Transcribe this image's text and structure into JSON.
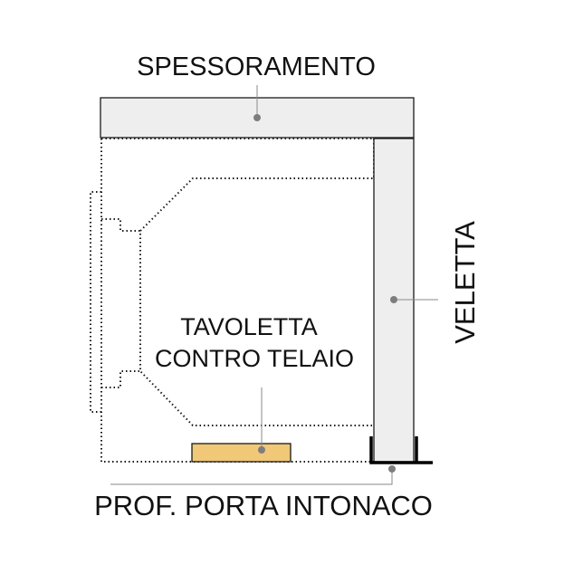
{
  "labels": {
    "spessoramento": "SPESSORAMENTO",
    "veletta": "VELETTA",
    "tavoletta_line1": "TAVOLETTA",
    "tavoletta_line2": "CONTRO TELAIO",
    "prof_porta_intonaco": "PROF. PORTA INTONACO"
  },
  "colors": {
    "panel_fill": "#eeeeee",
    "panel_stroke": "#1a1a1a",
    "tavoletta_fill": "#f0c878",
    "leader": "#8a8a8a",
    "dot": "#7d7d7d",
    "profile": "#000000",
    "dotted": "#1a1a1a"
  }
}
